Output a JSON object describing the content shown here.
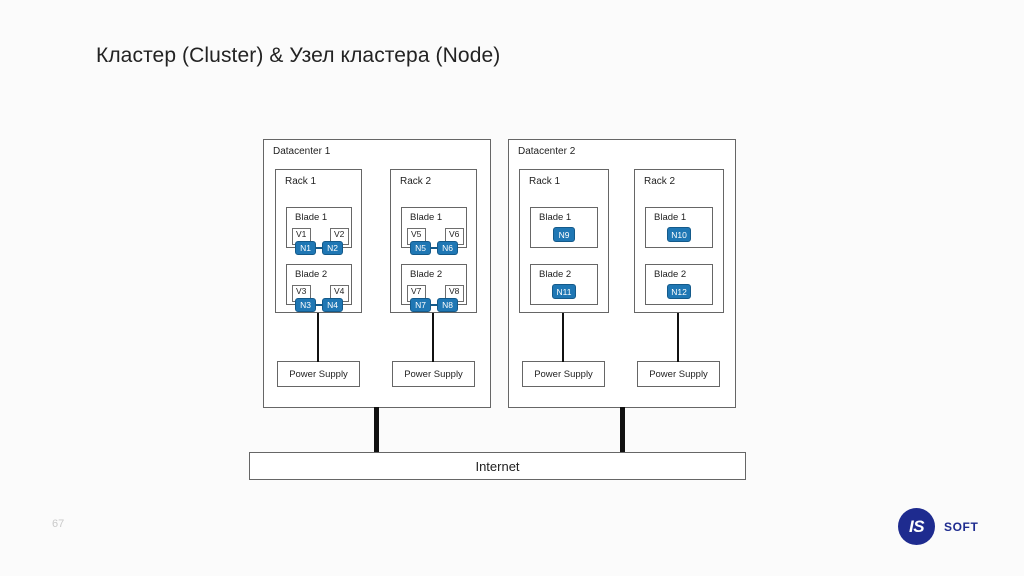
{
  "slide": {
    "title": "Кластер (Cluster) & Узел кластера (Node)",
    "page_number": "67"
  },
  "brand": {
    "mark": "IS",
    "name": "SOFT",
    "color": "#1e2b8f"
  },
  "colors": {
    "node_fill": "#1f77b4",
    "node_border": "#145a8a",
    "box_border": "#666666",
    "wire": "#111111",
    "background": "#fbfbfb"
  },
  "diagram": {
    "type": "infrastructure-topology",
    "internet": {
      "label": "Internet"
    },
    "datacenters": [
      {
        "label": "Datacenter 1",
        "racks": [
          {
            "label": "Rack 1",
            "power_supply": "Power Supply",
            "blades": [
              {
                "label": "Blade 1",
                "vms": [
                  "V1",
                  "V2"
                ],
                "nodes": [
                  "N1",
                  "N2"
                ]
              },
              {
                "label": "Blade 2",
                "vms": [
                  "V3",
                  "V4"
                ],
                "nodes": [
                  "N3",
                  "N4"
                ]
              }
            ]
          },
          {
            "label": "Rack 2",
            "power_supply": "Power Supply",
            "blades": [
              {
                "label": "Blade 1",
                "vms": [
                  "V5",
                  "V6"
                ],
                "nodes": [
                  "N5",
                  "N6"
                ]
              },
              {
                "label": "Blade 2",
                "vms": [
                  "V7",
                  "V8"
                ],
                "nodes": [
                  "N7",
                  "N8"
                ]
              }
            ]
          }
        ]
      },
      {
        "label": "Datacenter 2",
        "racks": [
          {
            "label": "Rack 1",
            "power_supply": "Power Supply",
            "blades": [
              {
                "label": "Blade 1",
                "vms": [],
                "nodes": [
                  "N9"
                ]
              },
              {
                "label": "Blade 2",
                "vms": [],
                "nodes": [
                  "N11"
                ]
              }
            ]
          },
          {
            "label": "Rack 2",
            "power_supply": "Power Supply",
            "blades": [
              {
                "label": "Blade 1",
                "vms": [],
                "nodes": [
                  "N10"
                ]
              },
              {
                "label": "Blade 2",
                "vms": [],
                "nodes": [
                  "N12"
                ]
              }
            ]
          }
        ]
      }
    ]
  }
}
